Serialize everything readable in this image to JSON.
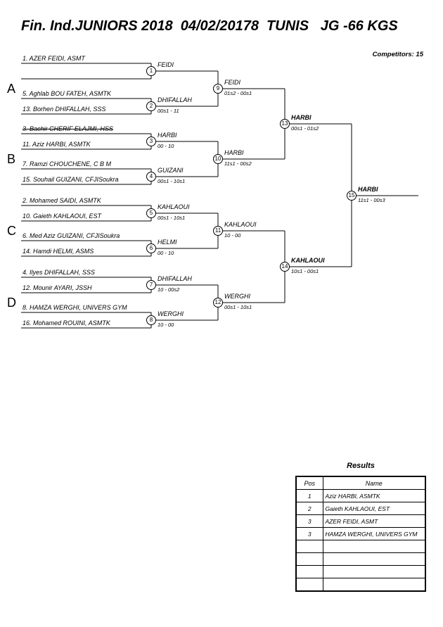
{
  "header": {
    "title": "Fin. Ind.JUNIORS 2018  04/02/20178  TUNIS   JG -66 KGS",
    "competitors": "Competitors: 15"
  },
  "groups": [
    {
      "label": "A"
    },
    {
      "label": "B"
    },
    {
      "label": "C"
    },
    {
      "label": "D"
    }
  ],
  "bracket": {
    "entries": [
      {
        "name": "1. AZER FEIDI, ASMT",
        "struck": false
      },
      {
        "name": "",
        "struck": false
      },
      {
        "name": "5. Aghlab BOU FATEH, ASMTK",
        "struck": false
      },
      {
        "name": "13. Borhen DHIFALLAH, SSS",
        "struck": false
      },
      {
        "name": "3. Bachir CHERIF ELAJMI, HSS",
        "struck": true
      },
      {
        "name": "11. Aziz HARBI, ASMTK",
        "struck": false
      },
      {
        "name": "7. Ramzi CHOUCHENE, C B M",
        "struck": false
      },
      {
        "name": "15. Souhail GUIZANI, CFJISoukra",
        "struck": false
      },
      {
        "name": "2. Mohamed SAIDI, ASMTK",
        "struck": false
      },
      {
        "name": "10. Gaieth KAHLAOUI, EST",
        "struck": false
      },
      {
        "name": "6. Med Aziz GUIZANI, CFJISoukra",
        "struck": false
      },
      {
        "name": "14. Hamdi HELMI, ASMS",
        "struck": false
      },
      {
        "name": "4. Ilyes DHIFALLAH, SSS",
        "struck": false
      },
      {
        "name": "12. Mounir AYARI, JSSH",
        "struck": false
      },
      {
        "name": "8. HAMZA WERGHI, UNIVERS GYM",
        "struck": false
      },
      {
        "name": "16. Mohamed ROUINI, ASMTK",
        "struck": false
      }
    ],
    "matches": [
      {
        "num": "1",
        "winner": "FEIDI",
        "score": ""
      },
      {
        "num": "2",
        "winner": "DHIFALLAH",
        "score": "00s1 - 11"
      },
      {
        "num": "3",
        "winner": "HARBI",
        "score": "00 - 10"
      },
      {
        "num": "4",
        "winner": "GUIZANI",
        "score": "00s1 - 10s1"
      },
      {
        "num": "5",
        "winner": "KAHLAOUI",
        "score": "00s1 - 10s1"
      },
      {
        "num": "6",
        "winner": "HELMI",
        "score": "00 - 10"
      },
      {
        "num": "7",
        "winner": "DHIFALLAH",
        "score": "10 - 00s2"
      },
      {
        "num": "8",
        "winner": "WERGHI",
        "score": "10 - 00"
      },
      {
        "num": "9",
        "winner": "FEIDI",
        "score": "01s2 - 00s1"
      },
      {
        "num": "10",
        "winner": "HARBI",
        "score": "11s1 - 00s2"
      },
      {
        "num": "11",
        "winner": "KAHLAOUI",
        "score": "10 - 00"
      },
      {
        "num": "12",
        "winner": "WERGHI",
        "score": "00s1 - 10s1"
      },
      {
        "num": "13",
        "winner": "HARBI",
        "score": "00s1 - 01s2",
        "bold": true
      },
      {
        "num": "14",
        "winner": "KAHLAOUI",
        "score": "10s1 - 00s1",
        "bold": true
      },
      {
        "num": "15",
        "winner": "HARBI",
        "score": "11s1 - 00s3",
        "bold": true
      }
    ]
  },
  "results": {
    "title": "Results",
    "columns": {
      "pos": "Pos",
      "name": "Name"
    },
    "rows": [
      {
        "pos": "1",
        "name": "Aziz HARBI, ASMTK"
      },
      {
        "pos": "2",
        "name": "Gaieth KAHLAOUI, EST"
      },
      {
        "pos": "3",
        "name": "AZER FEIDI, ASMT"
      },
      {
        "pos": "3",
        "name": "HAMZA WERGHI, UNIVERS GYM"
      }
    ]
  }
}
